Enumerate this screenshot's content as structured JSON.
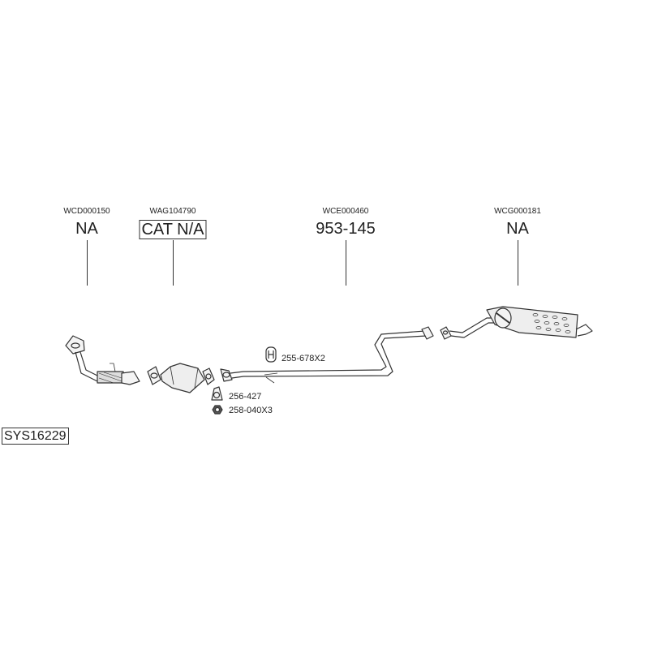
{
  "parts": [
    {
      "code": "WCD000150",
      "label": "NA",
      "boxed": false,
      "name": "front-pipe"
    },
    {
      "code": "WAG104790",
      "label": "CAT N/A",
      "boxed": true,
      "name": "catalytic-converter"
    },
    {
      "code": "WCE000460",
      "label": "953-145",
      "boxed": false,
      "name": "centre-pipe"
    },
    {
      "code": "WCG000181",
      "label": "NA",
      "boxed": false,
      "name": "rear-silencer"
    }
  ],
  "hardware": [
    {
      "icon": "hanger-icon",
      "label": "255-678X2"
    },
    {
      "icon": "gasket-icon",
      "label": "256-427"
    },
    {
      "icon": "nut-icon",
      "label": "258-040X3"
    }
  ],
  "system_id": "SYS16229"
}
